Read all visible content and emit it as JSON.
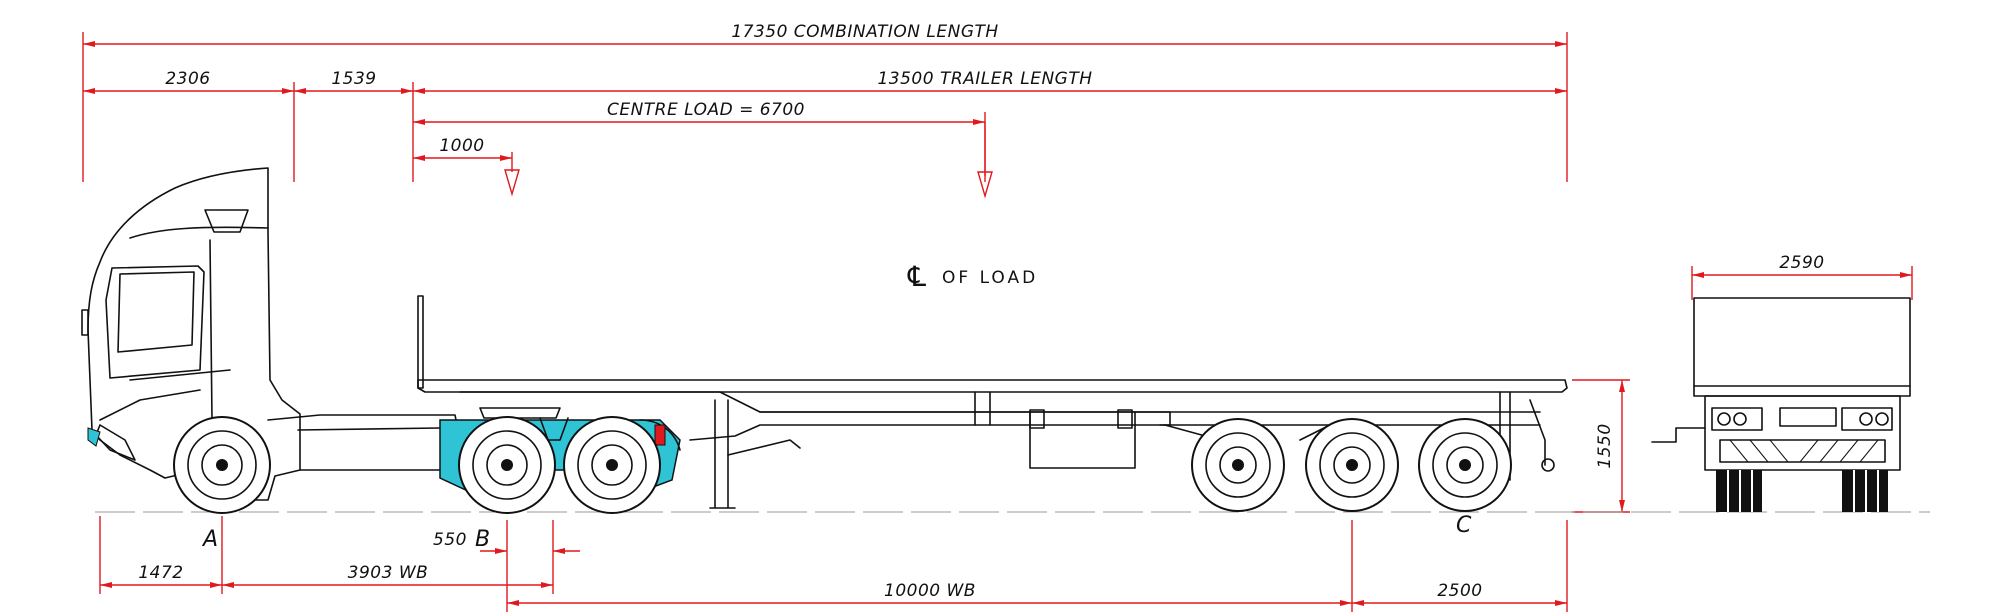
{
  "colors": {
    "dimension": "#e0191f",
    "outline": "#111111",
    "accent": "#2ec4d6"
  },
  "dimensions": {
    "combination_length": "17350 COMBINATION LENGTH",
    "cab_front_overhang": "2306",
    "kingpin_setback": "1539",
    "trailer_length": "13500 TRAILER LENGTH",
    "centre_load": "CENTRE LOAD = 6700",
    "kingpin_to_front_load": "1000",
    "front_overhang_to_axle": "1472",
    "tractor_wheelbase": "3903 WB",
    "fifth_wheel_offset": "550",
    "trailer_wheelbase": "10000 WB",
    "rear_overhang": "2500",
    "body_height": "1550",
    "body_width": "2590"
  },
  "labels": {
    "centreline_symbol": "℄",
    "centre_of_load": "OF LOAD",
    "point_a": "A",
    "point_b": "B",
    "point_c": "C"
  }
}
